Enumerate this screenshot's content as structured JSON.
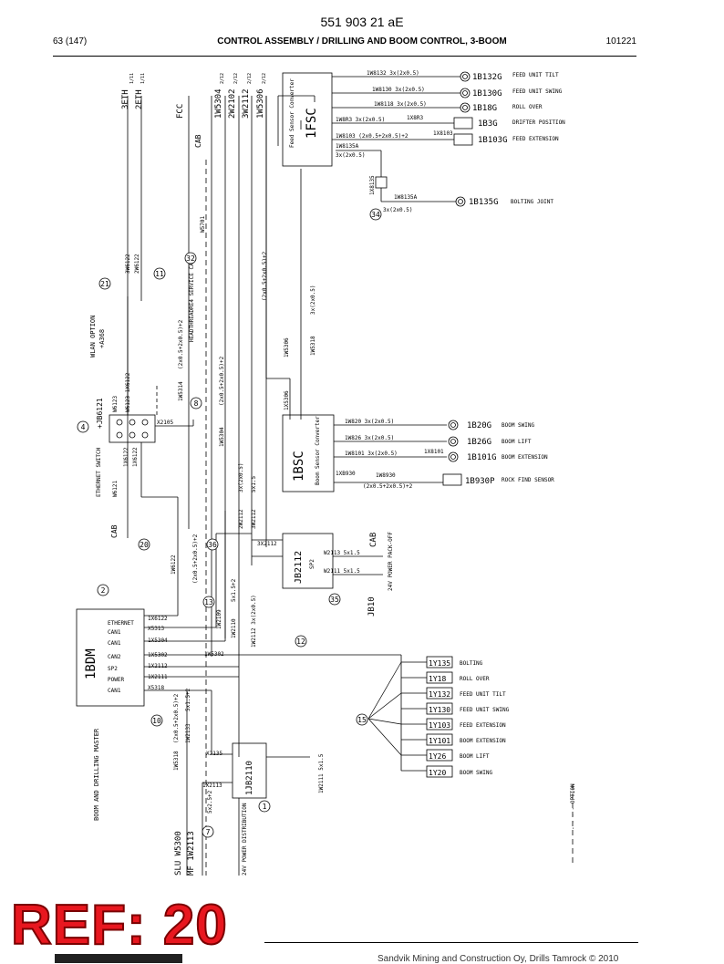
{
  "doc_number": "551 903 21 aE",
  "header": {
    "page": "63 (147)",
    "title": "CONTROL ASSEMBLY / DRILLING AND BOOM CONTROL, 3-BOOM",
    "code": "101221"
  },
  "modules": {
    "fsc": {
      "id": "1FSC",
      "desc": "Feed Sensor Converter"
    },
    "bsc": {
      "id": "1BSC",
      "desc": "Boom Sensor Converter"
    },
    "bdm": {
      "id": "1BDM",
      "desc": "BOOM AND DRILLING MASTER"
    },
    "jb2112": {
      "id": "JB2112",
      "sub": "SP2"
    },
    "jb2110": {
      "id": "1JB2110",
      "desc": "24V POWER DISTRIBUTION"
    },
    "jb6121": {
      "id": "+JB6121",
      "desc": "ETHERNET SWITCH"
    },
    "wlan": {
      "title": "WLAN OPTION",
      "id": "+A368"
    }
  },
  "fsc_sensors": [
    {
      "cable": "1W8132  3x(2x0.5)",
      "id": "1B132G",
      "label": "FEED UNIT TILT"
    },
    {
      "cable": "1W8130  3x(2x0.5)",
      "id": "1B130G",
      "label": "FEED UNIT SWING"
    },
    {
      "cable": "1W8118 3x(2x0.5)",
      "id": "1B18G",
      "label": "ROLL OVER"
    },
    {
      "cable": "1W8R3   3x(2x0.5)",
      "conn": "1X8R3",
      "id": "1B3G",
      "label": "DRIFTER POSITION"
    },
    {
      "cable": "1W8103  (2x0.5+2x0.5)+2",
      "conn": "1X8103",
      "id": "1B103G",
      "label": "FEED EXTENSION"
    }
  ],
  "bolting": {
    "cable": "1W8135A",
    "spec": "3x(2x0.5)",
    "conn": "1X8135",
    "cable2": "1W8135A",
    "spec2": "3x(2x0.5)",
    "id": "1B135G",
    "label": "BOLTING JOINT"
  },
  "bsc_sensors": [
    {
      "cable": "1W820   3x(2x0.5)",
      "id": "1B20G",
      "label": "BOOM SWING"
    },
    {
      "cable": "1W826   3x(2x0.5)",
      "id": "1B26G",
      "label": "BOOM LIFT"
    },
    {
      "cable": "1W8101  3x(2x0.5)",
      "conn": "1X8101",
      "id": "1B101G",
      "label": "BOOM EXTENSION"
    },
    {
      "cable": "1W8930",
      "spec": "(2x0.5+2x0.5)+2",
      "conn": "1XB930",
      "id": "1B930P",
      "label": "ROCK FIND SENSOR"
    }
  ],
  "valves": [
    {
      "id": "1Y135",
      "label": "BOLTING"
    },
    {
      "id": "1Y18",
      "label": "ROLL OVER"
    },
    {
      "id": "1Y132",
      "label": "FEED UNIT TILT"
    },
    {
      "id": "1Y130",
      "label": "FEED UNIT SWING"
    },
    {
      "id": "1Y103",
      "label": "FEED EXTENSION"
    },
    {
      "id": "1Y101",
      "label": "BOOM EXTENSION"
    },
    {
      "id": "1Y26",
      "label": "BOOM LIFT"
    },
    {
      "id": "1Y20",
      "label": "BOOM SWING"
    }
  ],
  "bdm_ports": [
    "ETHERNET",
    "CAN1",
    "CAN1",
    "CAN2",
    "SP2",
    "POWER",
    "CAN1"
  ],
  "bdm_conns": [
    "1X6122",
    "X5313",
    "1X5304",
    "1X5302",
    "1X2112",
    "1X2111",
    "X5318"
  ],
  "top_cables": [
    "3ETH",
    "2ETH",
    "FCC",
    "1W5304",
    "2W2102",
    "3W2112",
    "1W5306"
  ],
  "top_cable_notes": [
    "1/11",
    "1/11",
    "2/12",
    "2/12",
    "2/12",
    "2/12"
  ],
  "wires": {
    "w6122a": "3W6122",
    "w6122b": "2W6122",
    "w5701": "W5701",
    "cab_top": "CAB",
    "w5314": "1W5314",
    "spec_5314": "(2x0.5+2x0.5)+2",
    "w5306": "1W5306",
    "w5304": "1W5304",
    "spec_5304": "(2x0.5+2x0.5)+2",
    "w5318": "1W5318",
    "spec_5318": "3x(2x0.5)",
    "hd_cable": "HEADTHREADRE4 SERVICE CABLE",
    "cab_spec": "(2x0.5+2x0.5)+2",
    "x2105": "X2105",
    "w6123": "W6123",
    "w6123b": "W6123 1X6122",
    "x6122": "1X6122",
    "w6121": "W6121",
    "w6121b": "1X6122",
    "cab_left": "CAB",
    "x5306": "1X5306",
    "w5302": "1W5302",
    "w2109a": "2W2112",
    "spec_2109": "3x(2x0.5)",
    "w2112b": "3W2112",
    "spec_5x": "5x1.5",
    "x2112": "3X2112",
    "w2113": "W2113 5x1.5",
    "w2111": "W2111 5x1.5",
    "cab_right": "CAB",
    "pack_off": "24V POWER PACK-OFF",
    "jb10": "JB10",
    "w2109": "1W2109",
    "spec_2109b": "5x1.5+2",
    "w2110": "1W2110",
    "w5302b": "1W5302",
    "w2112": "1W2112 3x(2x0.5)",
    "w6122c": "1W6122",
    "spec_6122": "(2x0.5+2x0.5)+2",
    "w2133": "1W2133",
    "spec_2133": "5x1.5+2",
    "w5318b": "1W5318",
    "spec_5318b": "(2x0.5+2x0.5)+2",
    "x2135": "X2135",
    "x2113": "1X2113",
    "spec_2113": "5x2.5+2",
    "w2111b": "1W2111 5x1.5",
    "slu": "SLU W5300",
    "mf": "MF 1W2113",
    "option": "- - - - OPTION"
  },
  "callouts": [
    "1",
    "2",
    "4",
    "7",
    "8",
    "10",
    "11",
    "12",
    "13",
    "15",
    "20",
    "21",
    "32",
    "34",
    "35",
    "36"
  ],
  "ref": "REF: 20",
  "footer": "Sandvik Mining and Construction Oy, Drills Tamrock © 2010"
}
